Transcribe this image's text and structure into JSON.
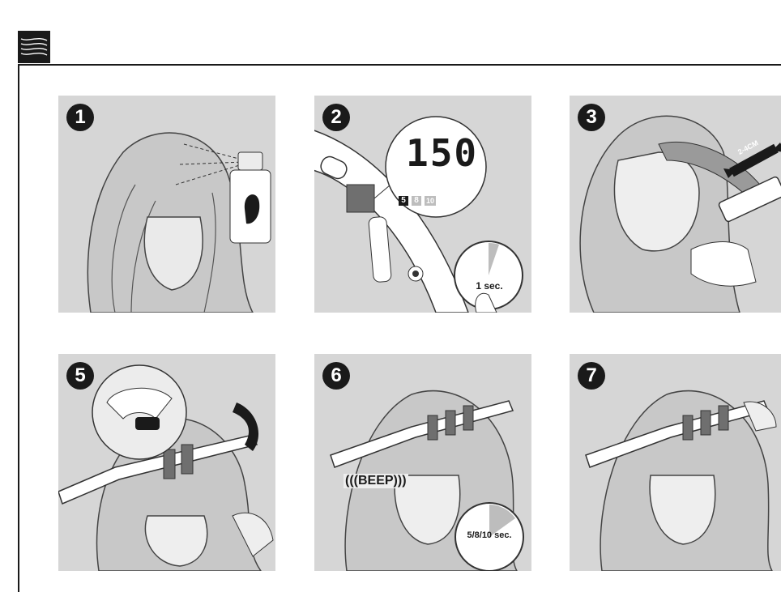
{
  "steps": [
    {
      "number": "1"
    },
    {
      "number": "2",
      "display": "150",
      "time_options": [
        "5",
        "8",
        "10"
      ],
      "timer_label": "1 sec."
    },
    {
      "number": "3",
      "distance_label": "2-4CM"
    },
    {
      "number": "5"
    },
    {
      "number": "6",
      "sound_label": "(((BEEP)))",
      "timer_label": "5/8/10 sec."
    },
    {
      "number": "7"
    }
  ]
}
